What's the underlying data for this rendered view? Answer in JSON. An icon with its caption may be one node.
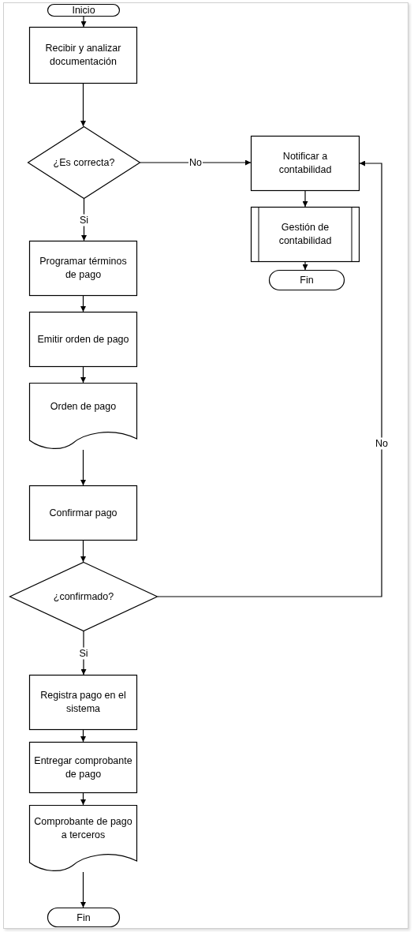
{
  "diagram": {
    "nodes": [
      {
        "text": [
          "Inicio"
        ]
      },
      {
        "text": [
          "Recibir y analizar documentación"
        ]
      },
      {
        "text": [
          "¿Es correcta?"
        ]
      },
      {
        "text": [
          "Notificar a contabilidad"
        ]
      },
      {
        "text": [
          "Gestión de contabilidad"
        ]
      },
      {
        "text": [
          "Fin"
        ]
      },
      {
        "text": [
          "Programar términos de pago"
        ]
      },
      {
        "text": [
          "Emitir orden de pago"
        ]
      },
      {
        "text": [
          "Orden de pago"
        ]
      },
      {
        "text": [
          "Confirmar pago"
        ]
      },
      {
        "text": [
          "¿confirmado?"
        ]
      },
      {
        "text": [
          "Registra pago en el sistema"
        ]
      },
      {
        "text": [
          "Entregar comprobante de pago"
        ]
      },
      {
        "text": [
          "Comprobante de pago a terceros"
        ]
      },
      {
        "text": [
          "Fin"
        ]
      }
    ],
    "edges": [
      {
        "from": 0,
        "to": 1,
        "arrow": "to"
      },
      {
        "from": 1,
        "to": 2,
        "arrow": "to"
      },
      {
        "from": 2,
        "to": 3,
        "arrow": "to",
        "label": "No"
      },
      {
        "from": 2,
        "to": 6,
        "arrow": "to",
        "label": "Si"
      },
      {
        "from": 3,
        "to": 4,
        "arrow": "to"
      },
      {
        "from": 4,
        "to": 5,
        "arrow": "to"
      },
      {
        "from": 6,
        "to": 7,
        "arrow": "to"
      },
      {
        "from": 7,
        "to": 8,
        "arrow": "to"
      },
      {
        "from": 8,
        "to": 9,
        "arrow": "to"
      },
      {
        "from": 9,
        "to": 10,
        "arrow": "to"
      },
      {
        "from": 10,
        "to": 3,
        "arrow": "to",
        "label": "No"
      },
      {
        "from": 10,
        "to": 11,
        "arrow": "to",
        "label": "Si"
      },
      {
        "from": 11,
        "to": 12,
        "arrow": "to"
      },
      {
        "from": 12,
        "to": 13,
        "arrow": "to"
      },
      {
        "from": 13,
        "to": 14,
        "arrow": "to"
      }
    ]
  }
}
